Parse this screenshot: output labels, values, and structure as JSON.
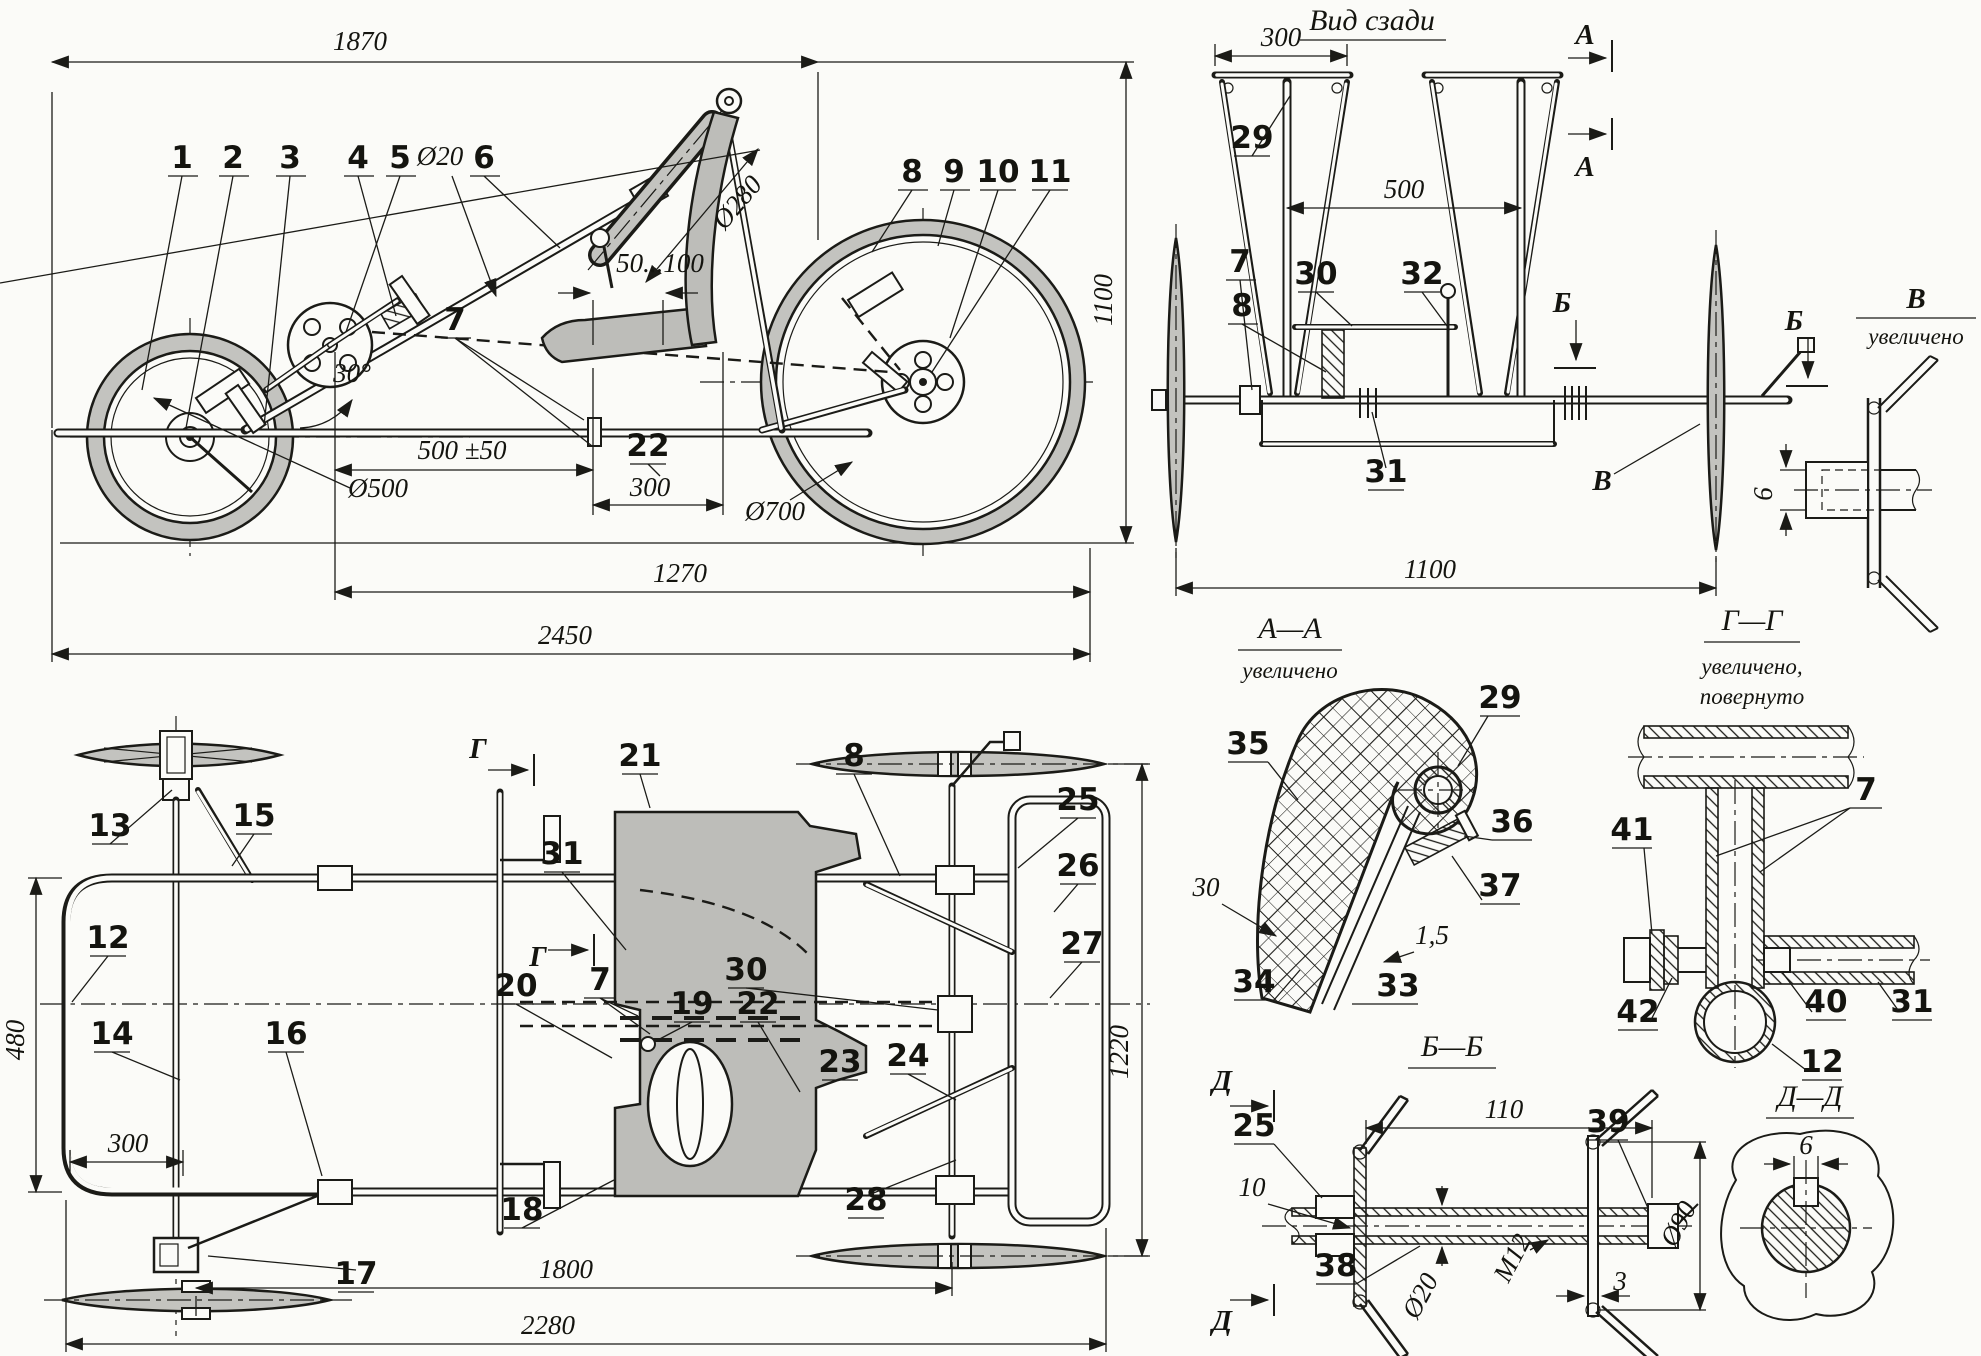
{
  "side": {
    "d1870": "1870",
    "d1100": "1100",
    "d280": "Ø280",
    "d20": "Ø20",
    "d50100": "50...100",
    "dAngle": "30°",
    "d500p50": "500 ±50",
    "d300": "300",
    "d700": "Ø700",
    "d500w": "Ø500",
    "d1270": "1270",
    "d2450": "2450",
    "c1": "1",
    "c2": "2",
    "c3": "3",
    "c4": "4",
    "c5": "5",
    "c6": "6",
    "c7": "7",
    "c8": "8",
    "c9": "9",
    "c10": "10",
    "c11": "11",
    "c22": "22"
  },
  "rear": {
    "title": "Вид сзади",
    "d300": "300",
    "d500": "500",
    "d1100": "1100",
    "c29": "29",
    "c7": "7",
    "c8": "8",
    "c30": "30",
    "c32": "32",
    "c31": "31",
    "mATop": "А",
    "mABot": "А",
    "mBLeft": "Б",
    "mBRight": "Б",
    "mV": "В"
  },
  "dv": {
    "letter": "В",
    "note": "увеличено",
    "d6": "6"
  },
  "top": {
    "d480": "480",
    "d300": "300",
    "d1800": "1800",
    "d2280": "2280",
    "d1220": "1220",
    "c12": "12",
    "c13": "13",
    "c14": "14",
    "c15": "15",
    "c16": "16",
    "c17": "17",
    "c18": "18",
    "c19": "19",
    "c20": "20",
    "c21": "21",
    "c22": "22",
    "c23": "23",
    "c24": "24",
    "c25": "25",
    "c26": "26",
    "c27": "27",
    "c28": "28",
    "c30": "30",
    "c31": "31",
    "c7": "7",
    "c8": "8",
    "mGTop": "Г",
    "mGBot": "Г"
  },
  "aa": {
    "title": "А—А",
    "note": "увеличено",
    "d30": "30",
    "d15": "1,5",
    "c35": "35",
    "c29": "29",
    "c36": "36",
    "c37": "37",
    "c34": "34",
    "c33": "33"
  },
  "gg": {
    "title": "Г—Г",
    "note1": "увеличено,",
    "note2": "повернуто",
    "c41": "41",
    "c7": "7",
    "c42": "42",
    "c40": "40",
    "c31": "31",
    "c12": "12"
  },
  "bb": {
    "title": "Б—Б",
    "d110": "110",
    "d10": "10",
    "dD20": "Ø20",
    "dM12": "M12",
    "dD90": "Ø90",
    "d3": "3",
    "c25": "25",
    "c38": "38",
    "c39": "39",
    "mDTop": "Д",
    "mDBot": "Д"
  },
  "dd": {
    "title": "Д—Д",
    "d6": "6"
  }
}
